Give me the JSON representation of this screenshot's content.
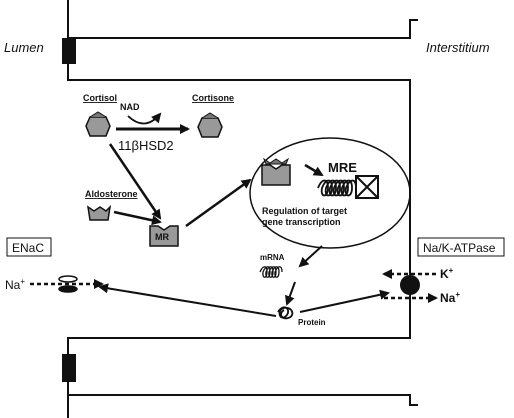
{
  "labels": {
    "lumen": "Lumen",
    "interstitium": "Interstitium",
    "cortisol": "Cortisol",
    "nad": "NAD",
    "cortisone": "Cortisone",
    "enzyme": "11βHSD2",
    "aldosterone": "Aldosterone",
    "mr": "MR",
    "mre": "MRE",
    "regulation_line1": "Regulation of target",
    "regulation_line2": "gene transcription",
    "mrna": "mRNA",
    "protein": "Protein",
    "enac": "ENaC",
    "na_left": "Na",
    "na_left_sup": "+",
    "na_k_atpase": "Na/K-ATPase",
    "k": "K",
    "k_sup": "+",
    "na_right": "Na",
    "na_right_sup": "+"
  }
}
